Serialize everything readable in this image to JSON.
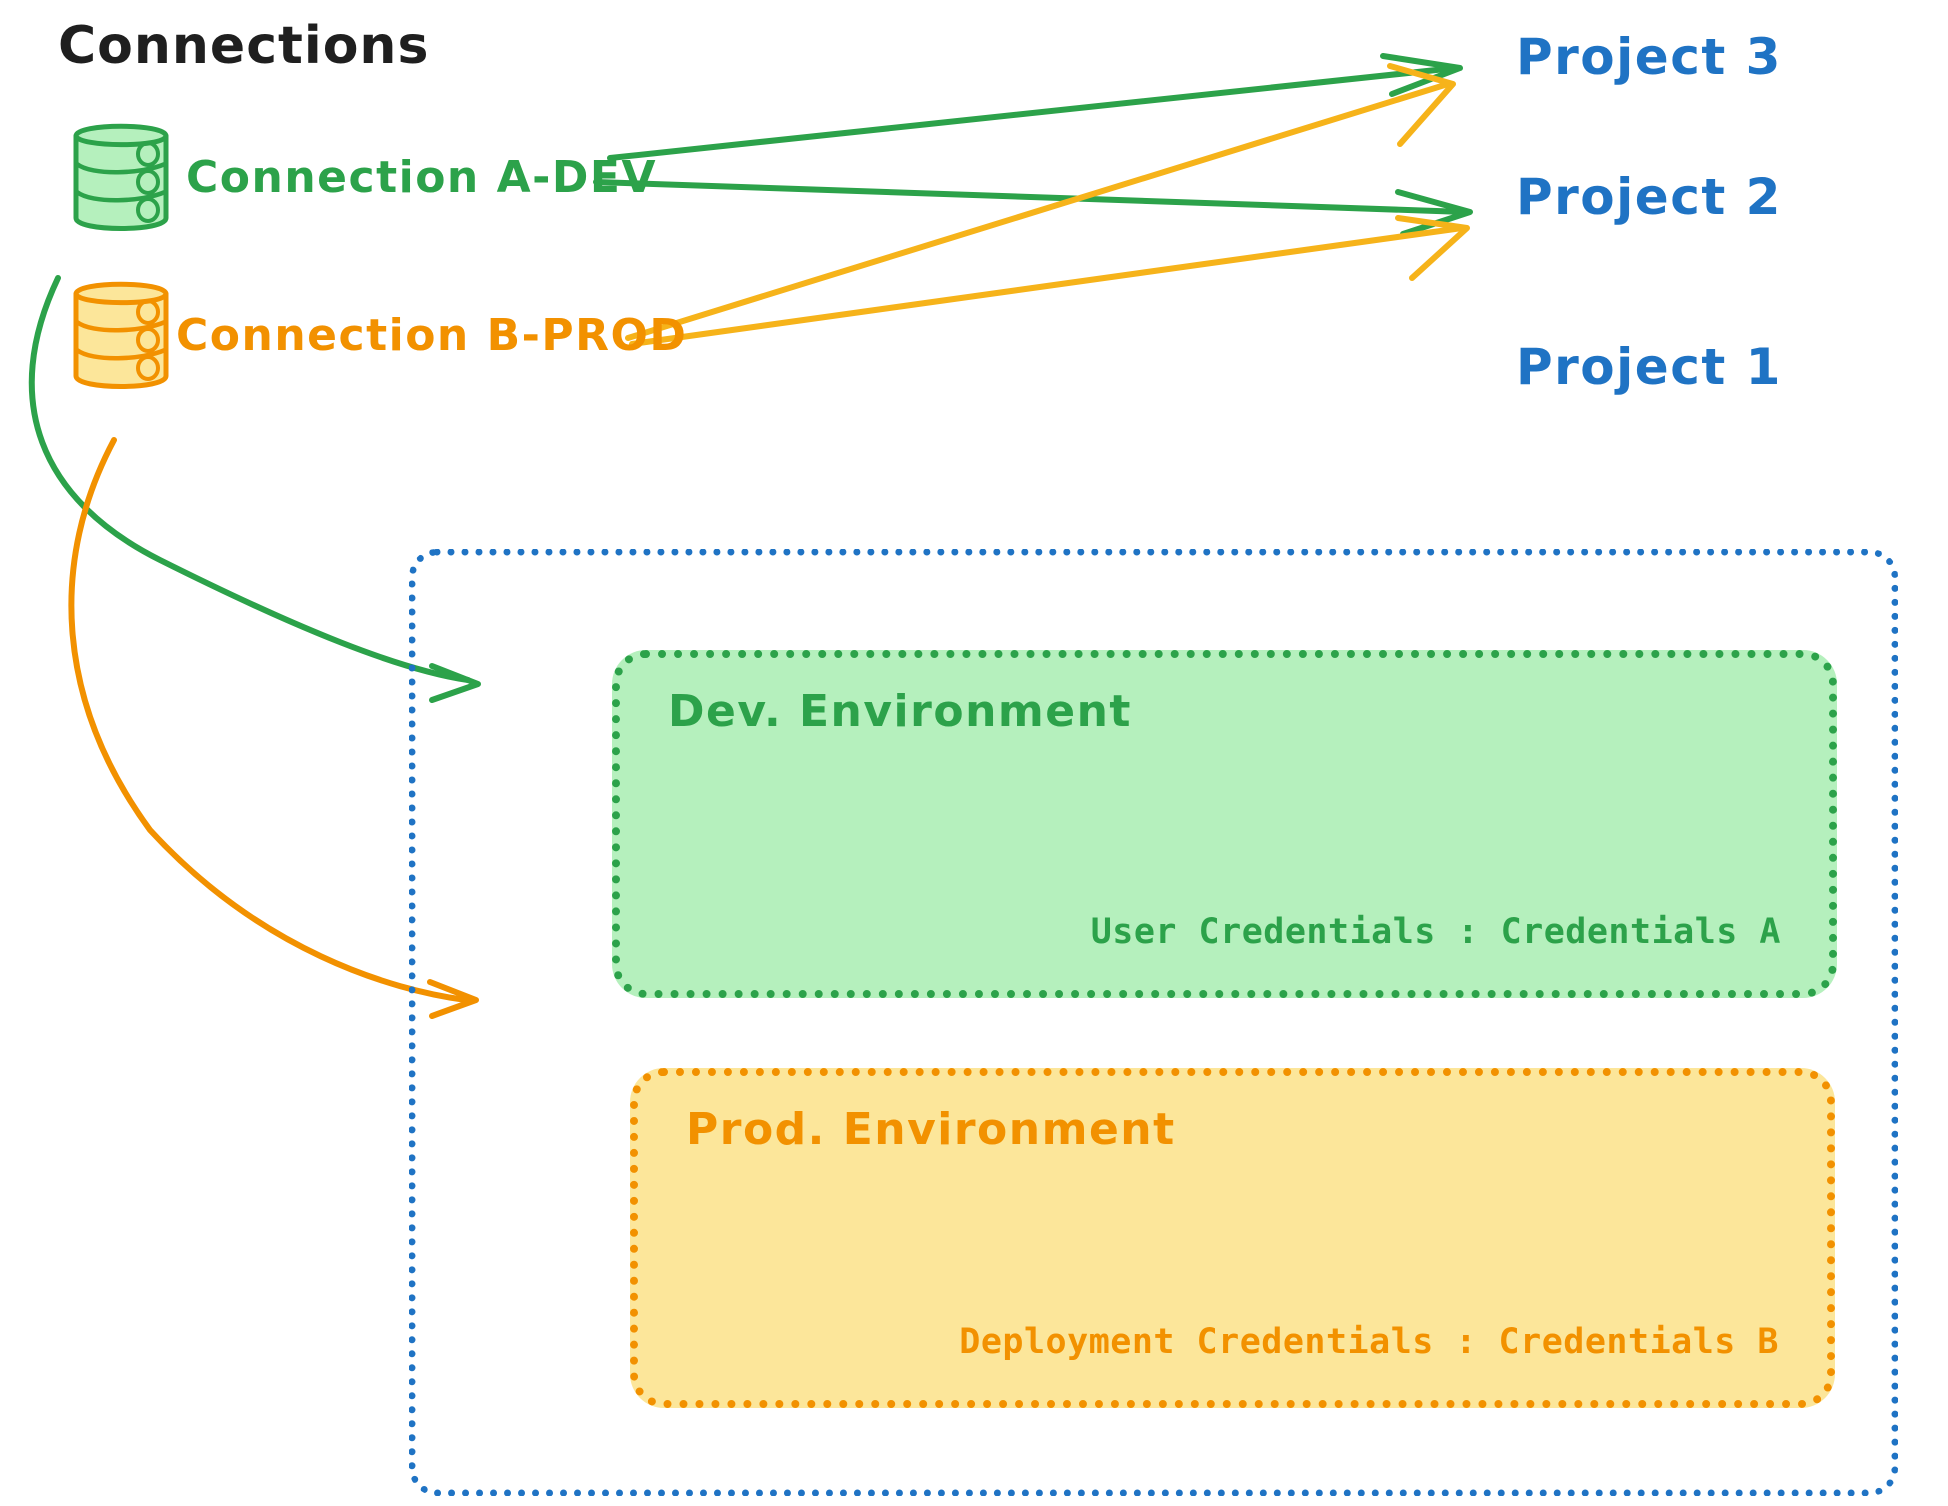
{
  "diagram": {
    "title": "Connections",
    "colors": {
      "green": "#2ca24a",
      "green_fill": "#b5f0bd",
      "orange": "#f29100",
      "orange_fill": "#fce69a",
      "blue": "#1f73c4",
      "black": "#1f1f1f"
    },
    "connections": [
      {
        "id": "a-dev",
        "label": "Connection A-DEV",
        "icon": "database-cylinder-icon",
        "color": "#2ca24a"
      },
      {
        "id": "b-prod",
        "label": "Connection B-PROD",
        "icon": "database-cylinder-icon",
        "color": "#f29100"
      }
    ],
    "projects": [
      {
        "id": "project-3",
        "label": "Project 3"
      },
      {
        "id": "project-2",
        "label": "Project 2"
      },
      {
        "id": "project-1",
        "label": "Project 1"
      }
    ],
    "environments": [
      {
        "id": "dev",
        "title": "Dev. Environment",
        "credentials_label": "User Credentials : Credentials A",
        "color": "#2ca24a"
      },
      {
        "id": "prod",
        "title": "Prod. Environment",
        "credentials_label": "Deployment Credentials : Credentials B",
        "color": "#f29100"
      }
    ],
    "edges": [
      {
        "from": "a-dev",
        "to": "project-3",
        "color": "#2ca24a"
      },
      {
        "from": "a-dev",
        "to": "project-2",
        "color": "#2ca24a"
      },
      {
        "from": "b-prod",
        "to": "project-3",
        "color": "#f6b31a"
      },
      {
        "from": "b-prod",
        "to": "project-2",
        "color": "#f6b31a"
      },
      {
        "from": "a-dev",
        "to": "dev",
        "color": "#2ca24a"
      },
      {
        "from": "b-prod",
        "to": "prod",
        "color": "#f29100"
      }
    ]
  }
}
